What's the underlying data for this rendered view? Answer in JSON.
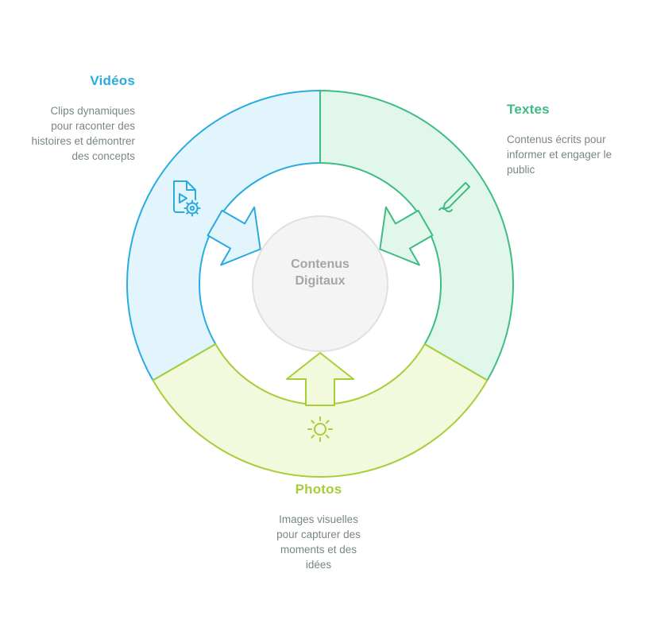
{
  "colors": {
    "page_background": "#FFFFFF",
    "videos_accent": "#29ABE2",
    "videos_fill": "#E2F4FC",
    "textes_accent": "#3FBC81",
    "textes_fill": "#E1F7EB",
    "photos_accent": "#A6CE39",
    "photos_fill": "#F3F9DC",
    "center_fill": "#F4F4F4",
    "center_stroke": "#E0E0E0",
    "center_text": "#A6A6A6",
    "desc_text": "#798689"
  },
  "diagram": {
    "center_label": "Contenus Digitaux",
    "segments": [
      {
        "id": "videos",
        "label": "Vidéos",
        "description": "Clips dynamiques pour raconter des histoires et démontrer des concepts",
        "icon": "video-file-gear-icon"
      },
      {
        "id": "textes",
        "label": "Textes",
        "description": "Contenus écrits pour informer et engager le public",
        "icon": "pen-icon"
      },
      {
        "id": "photos",
        "label": "Photos",
        "description": "Images visuelles pour capturer des moments et des idées",
        "icon": "sun-icon"
      }
    ]
  }
}
